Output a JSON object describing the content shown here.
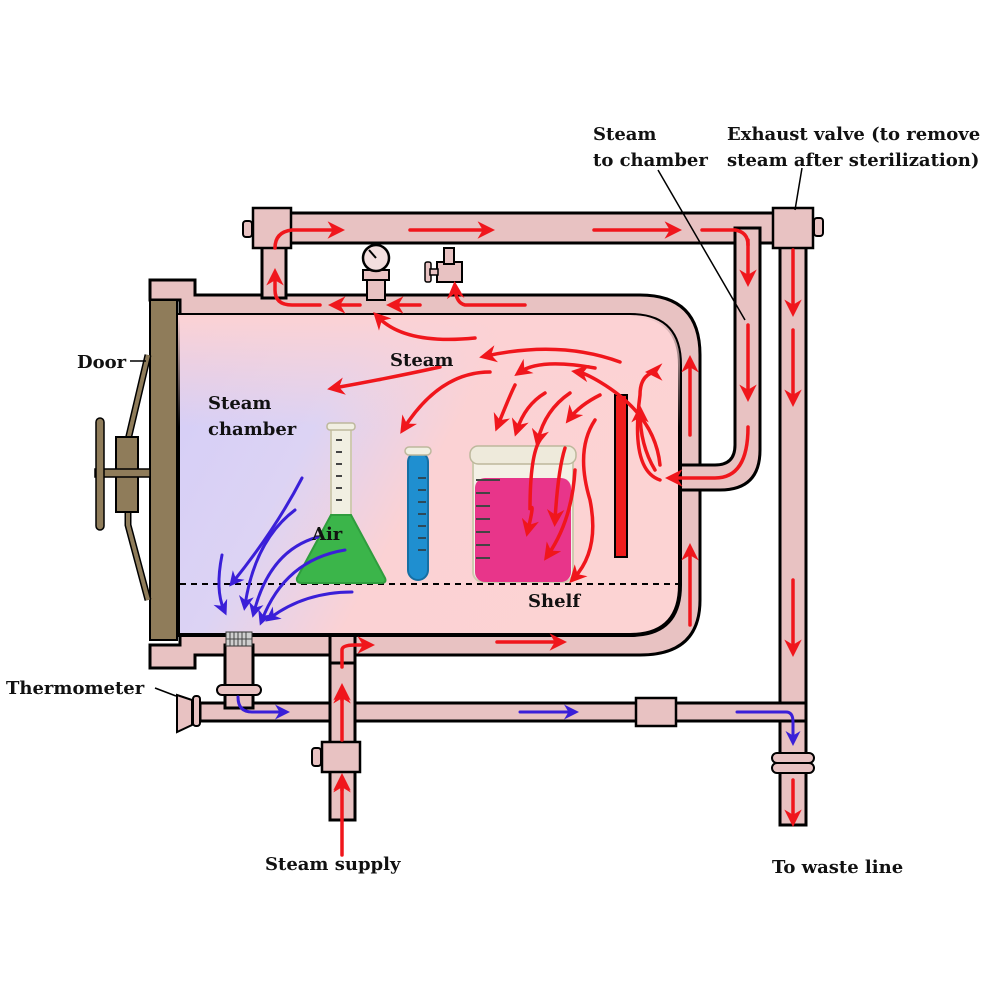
{
  "title": "Autoclave steam sterilization diagram",
  "labels": {
    "steam_to_chamber_line1": "Steam",
    "steam_to_chamber_line2": "to chamber",
    "exhaust_valve_line1": "Exhaust valve (to remove",
    "exhaust_valve_line2": "steam after sterilization)",
    "door": "Door",
    "steam_chamber_line1": "Steam",
    "steam_chamber_line2": "chamber",
    "steam": "Steam",
    "air": "Air",
    "shelf": "Shelf",
    "thermometer": "Thermometer",
    "steam_supply": "Steam supply",
    "to_waste_line": "To waste line"
  },
  "colors": {
    "pipe": "#e8c2c2",
    "steam_flow": "#f0161c",
    "air_flow": "#3a1fd8",
    "door": "#8f7c5a",
    "chamber_steam": "#fbd3d3",
    "chamber_air": "#d7d1f6",
    "heater": "#ee1c1c",
    "flask_liquid": "#3bb54a",
    "tube_liquid": "#1f8fd0",
    "beaker_liquid": "#e8358a"
  }
}
